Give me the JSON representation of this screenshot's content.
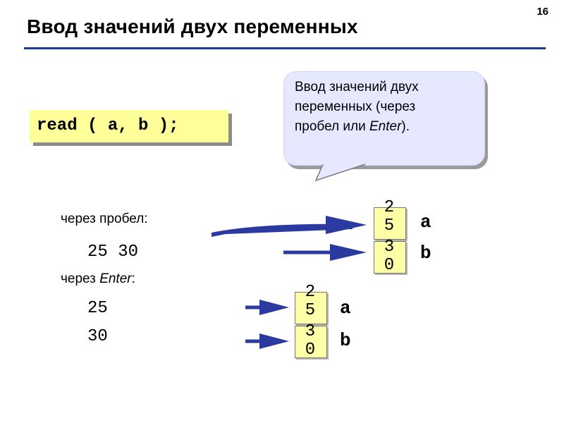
{
  "slide_number": "16",
  "title": "Ввод значений двух переменных",
  "code": "read ( a, b );",
  "callout": {
    "line1": "Ввод значений двух",
    "line2": "переменных (через",
    "line3_pre": "пробел или ",
    "line3_em": "Enter",
    "line3_post": ")."
  },
  "space_example": {
    "label": "через пробел:",
    "input": "25 30",
    "cell_a_value": "25",
    "cell_b_value": "30",
    "var_a": "a",
    "var_b": "b"
  },
  "enter_example": {
    "label_pre": "через ",
    "label_em": "Enter",
    "label_post": ":",
    "input_line1": "25",
    "input_line2": "30",
    "cell_a_value": "25",
    "cell_b_value": "30",
    "var_a": "a",
    "var_b": "b"
  },
  "colors": {
    "arrow": "#2b3a9e",
    "title_rule": "#1f3a93",
    "code_background": "#ffff99",
    "callout_background": "#e6e8ff",
    "cell_background": "#ffffa8"
  }
}
